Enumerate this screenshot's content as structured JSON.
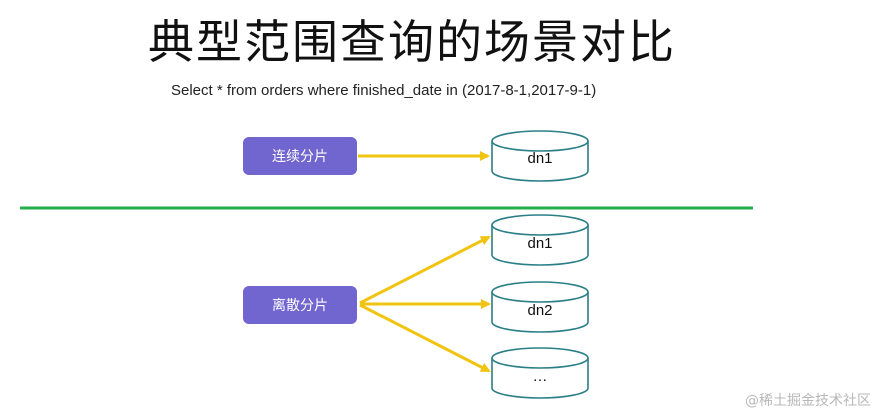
{
  "title": "典型范围查询的场景对比",
  "subtitle": "Select * from orders where finished_date in (2017-8-1,2017-9-1)",
  "colors": {
    "box_fill": "#7165cf",
    "arrow": "#f2c412",
    "divider": "#23b04a",
    "cylinder_stroke": "#2a7f86"
  },
  "top": {
    "shard": {
      "label": "连续分片"
    },
    "nodes": [
      {
        "label": "dn1"
      }
    ]
  },
  "bottom": {
    "shard": {
      "label": "离散分片"
    },
    "nodes": [
      {
        "label": "dn1"
      },
      {
        "label": "dn2"
      },
      {
        "label": "…"
      }
    ]
  },
  "watermark": "@稀土掘金技术社区"
}
